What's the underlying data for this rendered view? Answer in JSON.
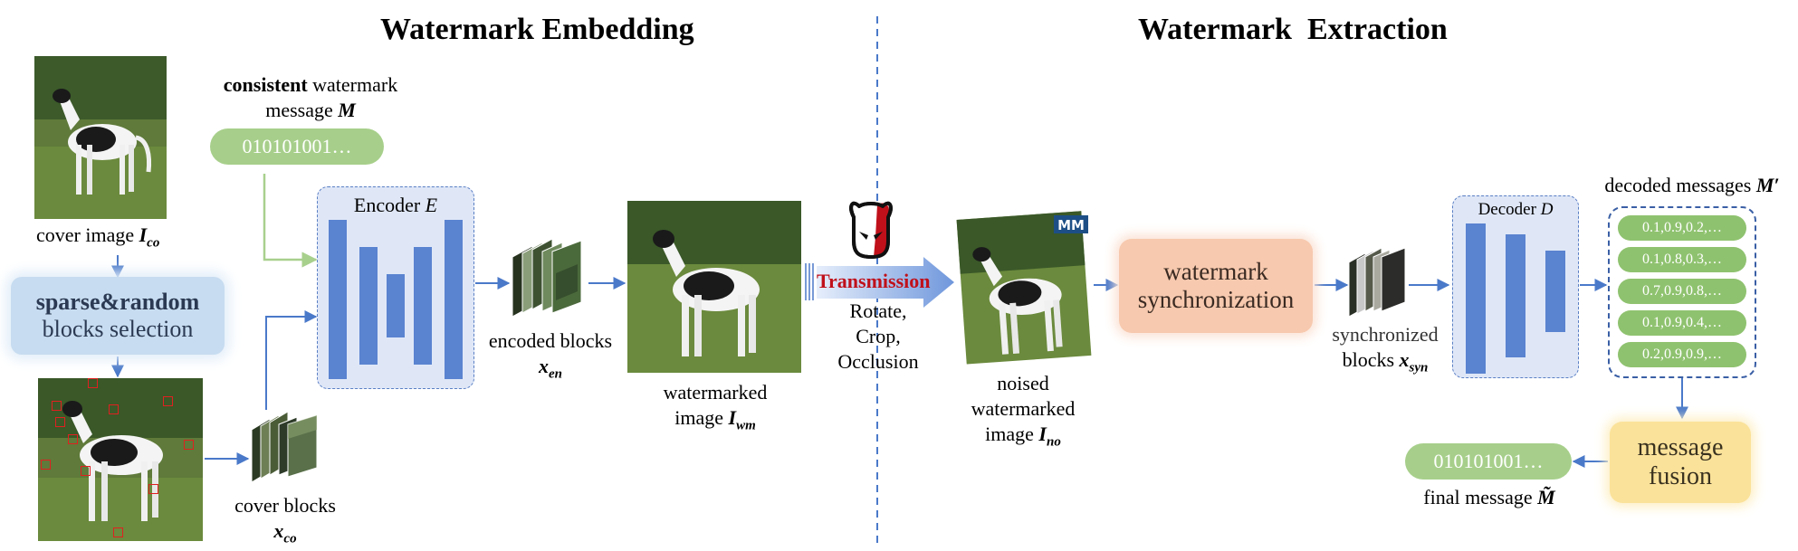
{
  "titles": {
    "embedding": "Watermark Embedding",
    "extraction": "Watermark  Extraction"
  },
  "embedding": {
    "cover_image_label": "cover image",
    "cover_image_symbol": "I",
    "cover_image_sub": "co",
    "message_prefix_bold": "consistent",
    "message_line1_rest": " watermark",
    "message_line2": "message",
    "message_symbol": "M",
    "message_bits": "010101001…",
    "selection_bold": "sparse&random",
    "selection_line2": "blocks selection",
    "cover_blocks_label": "cover blocks",
    "cover_blocks_symbol": "x",
    "cover_blocks_sub": "co",
    "encoder_label": "Encoder",
    "encoder_symbol": "E",
    "encoded_blocks_label": "encoded blocks",
    "encoded_blocks_symbol": "x",
    "encoded_blocks_sub": "en",
    "watermarked_line1": "watermarked",
    "watermarked_line2": "image",
    "watermarked_symbol": "I",
    "watermarked_sub": "wm"
  },
  "transmission": {
    "label": "Transmission",
    "attacks": [
      "Rotate,",
      "Crop,",
      "Occlusion"
    ]
  },
  "extraction": {
    "noised_line1": "noised",
    "noised_line2": "watermarked",
    "noised_line3": "image",
    "noised_symbol": "I",
    "noised_sub": "no",
    "sync_line1": "watermark",
    "sync_line2": "synchronization",
    "sync_blocks_line1": "synchronized",
    "sync_blocks_line2": "blocks",
    "sync_blocks_symbol": "x",
    "sync_blocks_sub": "syn",
    "decoder_label": "Decoder",
    "decoder_symbol": "D",
    "decoded_label": "decoded messages",
    "decoded_symbol": "M′",
    "decoded_messages": [
      "0.1,0.9,0.2,…",
      "0.1,0.8,0.3,…",
      "0.7,0.9,0.8,…",
      "0.1,0.9,0.4,…",
      "0.2,0.9,0.9,…"
    ],
    "fusion_line1": "message",
    "fusion_line2": "fusion",
    "final_bits": "010101001…",
    "final_label": "final message",
    "final_symbol": "M̃"
  },
  "colors": {
    "arrow_blue": "#4a79c9",
    "arrow_green": "#a8d08d",
    "net_fill": "#dfe7f7",
    "net_bar": "#5a83d0",
    "pill_green": "#a7cf8b",
    "sync_fill": "#f7c9ae",
    "fusion_fill": "#fbe29a",
    "selection_fill": "#c7dcf0",
    "transmission_red": "#c0101a",
    "attack_box": "#cc2020"
  },
  "icons": {
    "devil": "devil-face-icon",
    "logo": "mm-logo-icon"
  }
}
